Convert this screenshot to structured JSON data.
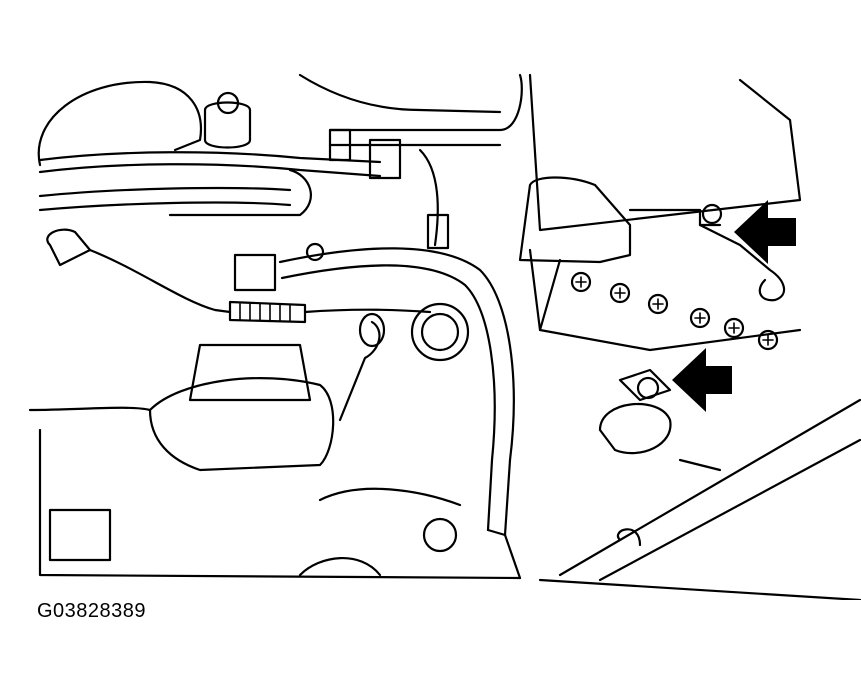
{
  "figure": {
    "id_label": "G03828389",
    "callouts": [
      {
        "name": "arrow-upper-right",
        "points_to": "battery-positive-cable-terminal"
      },
      {
        "name": "arrow-lower-right",
        "points_to": "battery-negative-terminal-bolt"
      }
    ]
  },
  "colors": {
    "ink": "#000000",
    "paper": "#ffffff"
  }
}
